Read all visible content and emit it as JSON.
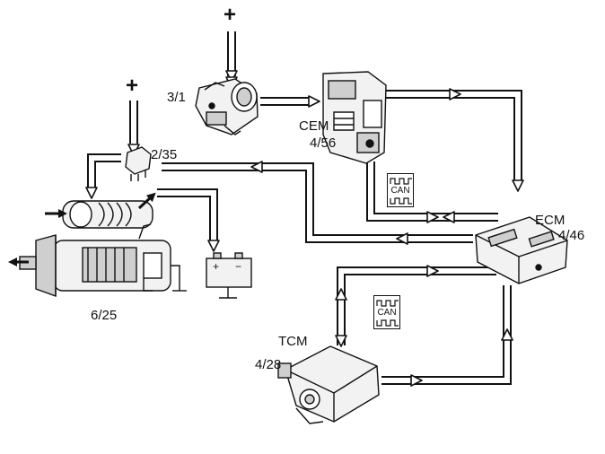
{
  "labels": {
    "ignition_switch": "3/1",
    "relay": "2/35",
    "cem_name": "CEM",
    "cem_code": "4/56",
    "ecm_name": "ECM",
    "ecm_code": "4/46",
    "tcm_name": "TCM",
    "tcm_code": "4/28",
    "starter_motor": "6/25",
    "can_top": "CAN",
    "can_bottom": "CAN",
    "battery_plus": "+",
    "battery_minus": "−",
    "supply_1": "+",
    "supply_2": "+"
  },
  "colors": {
    "line": "#111111",
    "component_fill": "#f2f2f2",
    "component_shade": "#cfcfcf",
    "background": "#ffffff"
  },
  "icons": {
    "signal_arrows": "hollow-double-line-arrow",
    "can_symbol": "square-wave-bus-icon",
    "battery": "battery-icon",
    "ground": "ground-icon"
  }
}
